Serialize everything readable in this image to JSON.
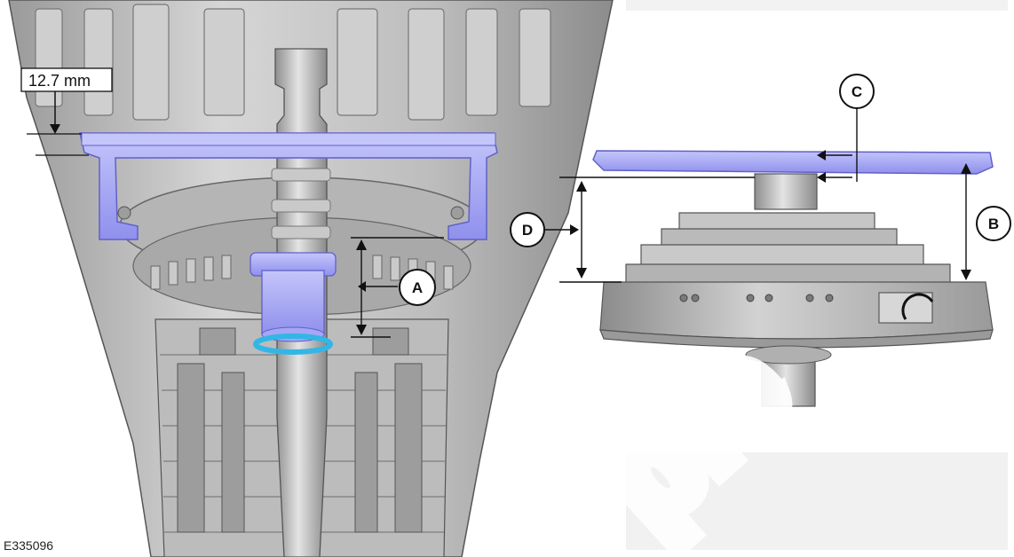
{
  "figure": {
    "id": "E335096",
    "dimension_label": "12.7 mm",
    "callouts": [
      "A",
      "B",
      "C",
      "D"
    ],
    "watermark": "ple"
  },
  "colors": {
    "tool": "#a5a6f4",
    "tool_edge": "#5f61c9",
    "ring": "#33b6e6",
    "metal": "#c8c8c8",
    "dark_metal": "#8a8a8a"
  }
}
